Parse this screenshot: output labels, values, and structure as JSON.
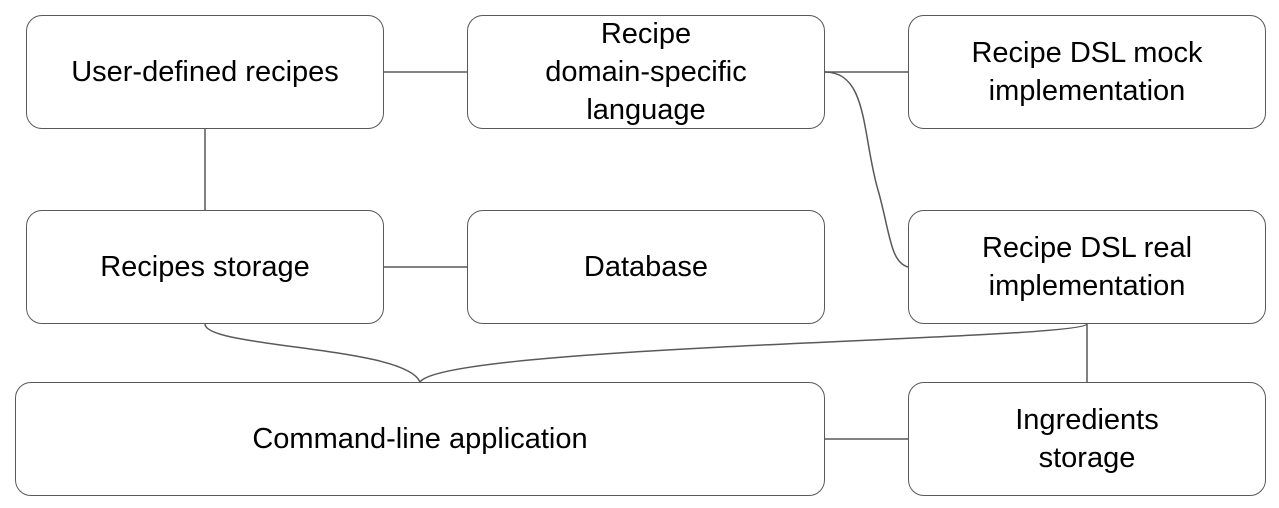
{
  "diagram": {
    "line_color": "#595959",
    "box_border_color": "#595959",
    "nodes": {
      "user_defined_recipes": {
        "label": "User-defined recipes"
      },
      "recipe_dsl": {
        "label": "Recipe\ndomain-specific\nlanguage"
      },
      "recipe_dsl_mock": {
        "label": "Recipe DSL mock\nimplementation"
      },
      "recipes_storage": {
        "label": "Recipes storage"
      },
      "database": {
        "label": "Database"
      },
      "recipe_dsl_real": {
        "label": "Recipe DSL real\nimplementation"
      },
      "command_line_app": {
        "label": "Command-line application"
      },
      "ingredients_storage": {
        "label": "Ingredients\nstorage"
      }
    },
    "edges": [
      {
        "from": "user_defined_recipes",
        "to": "recipe_dsl"
      },
      {
        "from": "recipe_dsl",
        "to": "recipe_dsl_mock"
      },
      {
        "from": "recipe_dsl",
        "to": "recipe_dsl_real"
      },
      {
        "from": "user_defined_recipes",
        "to": "recipes_storage"
      },
      {
        "from": "recipes_storage",
        "to": "database"
      },
      {
        "from": "recipes_storage",
        "to": "command_line_app"
      },
      {
        "from": "recipe_dsl_real",
        "to": "command_line_app"
      },
      {
        "from": "recipe_dsl_real",
        "to": "ingredients_storage"
      },
      {
        "from": "command_line_app",
        "to": "ingredients_storage"
      }
    ]
  }
}
